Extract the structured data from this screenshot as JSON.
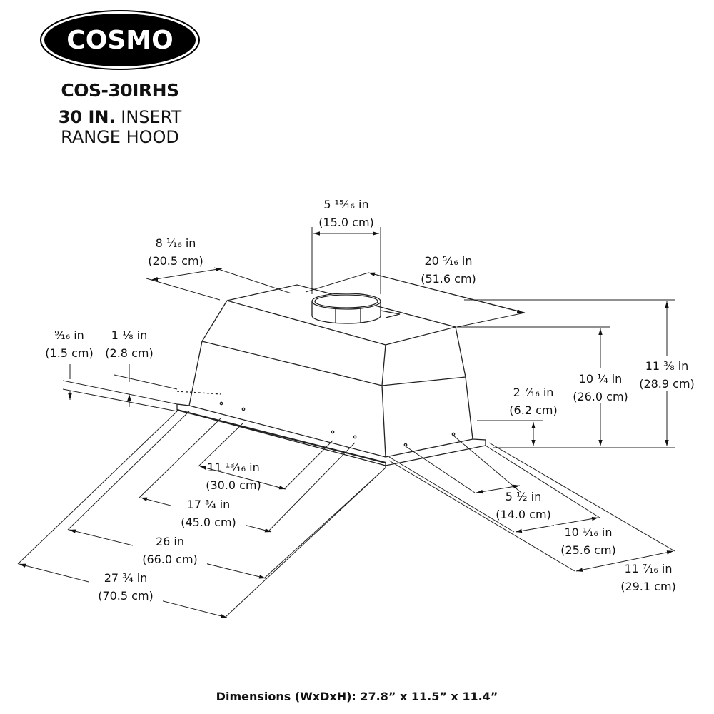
{
  "brand": {
    "logo_text": "COSMO"
  },
  "product": {
    "model": "COS-30IRHS",
    "size": "30 IN.",
    "type_line1": "INSERT",
    "type_line2": "RANGE HOOD"
  },
  "dimensions": {
    "duct_width": {
      "in": "5 ¹⁵⁄₁₆ in",
      "cm": "(15.0 cm)"
    },
    "duct_offset": {
      "in": "8 ¹⁄₁₆ in",
      "cm": "(20.5 cm)"
    },
    "top_width": {
      "in": "20 ⁵⁄₁₆ in",
      "cm": "(51.6 cm)"
    },
    "flange_thickness": {
      "in": "⁹⁄₁₆ in",
      "cm": "(1.5 cm)"
    },
    "flange_lip": {
      "in": "1 ¹⁄₈ in",
      "cm": "(2.8 cm)"
    },
    "body_height": {
      "in": "10 ¹⁄₄ in",
      "cm": "(26.0 cm)"
    },
    "total_height": {
      "in": "11 ³⁄₈ in",
      "cm": "(28.9 cm)"
    },
    "front_height": {
      "in": "2 ⁷⁄₁₆ in",
      "cm": "(6.2 cm)"
    },
    "hole_spacing_inner": {
      "in": "11 ¹³⁄₁₆ in",
      "cm": "(30.0 cm)"
    },
    "hole_spacing_outer": {
      "in": "17 ³⁄₄ in",
      "cm": "(45.0 cm)"
    },
    "body_width": {
      "in": "26 in",
      "cm": "(66.0 cm)"
    },
    "total_width": {
      "in": "27 ³⁄₄ in",
      "cm": "(70.5 cm)"
    },
    "side_hole_spacing": {
      "in": "5 ¹⁄₂ in",
      "cm": "(14.0 cm)"
    },
    "body_depth": {
      "in": "10 ¹⁄₁₆ in",
      "cm": "(25.6 cm)"
    },
    "total_depth": {
      "in": "11 ⁷⁄₁₆ in",
      "cm": "(29.1 cm)"
    }
  },
  "footer": {
    "label": "Dimensions (WxDxH):",
    "value": "27.8” x 11.5” x 11.4”"
  }
}
